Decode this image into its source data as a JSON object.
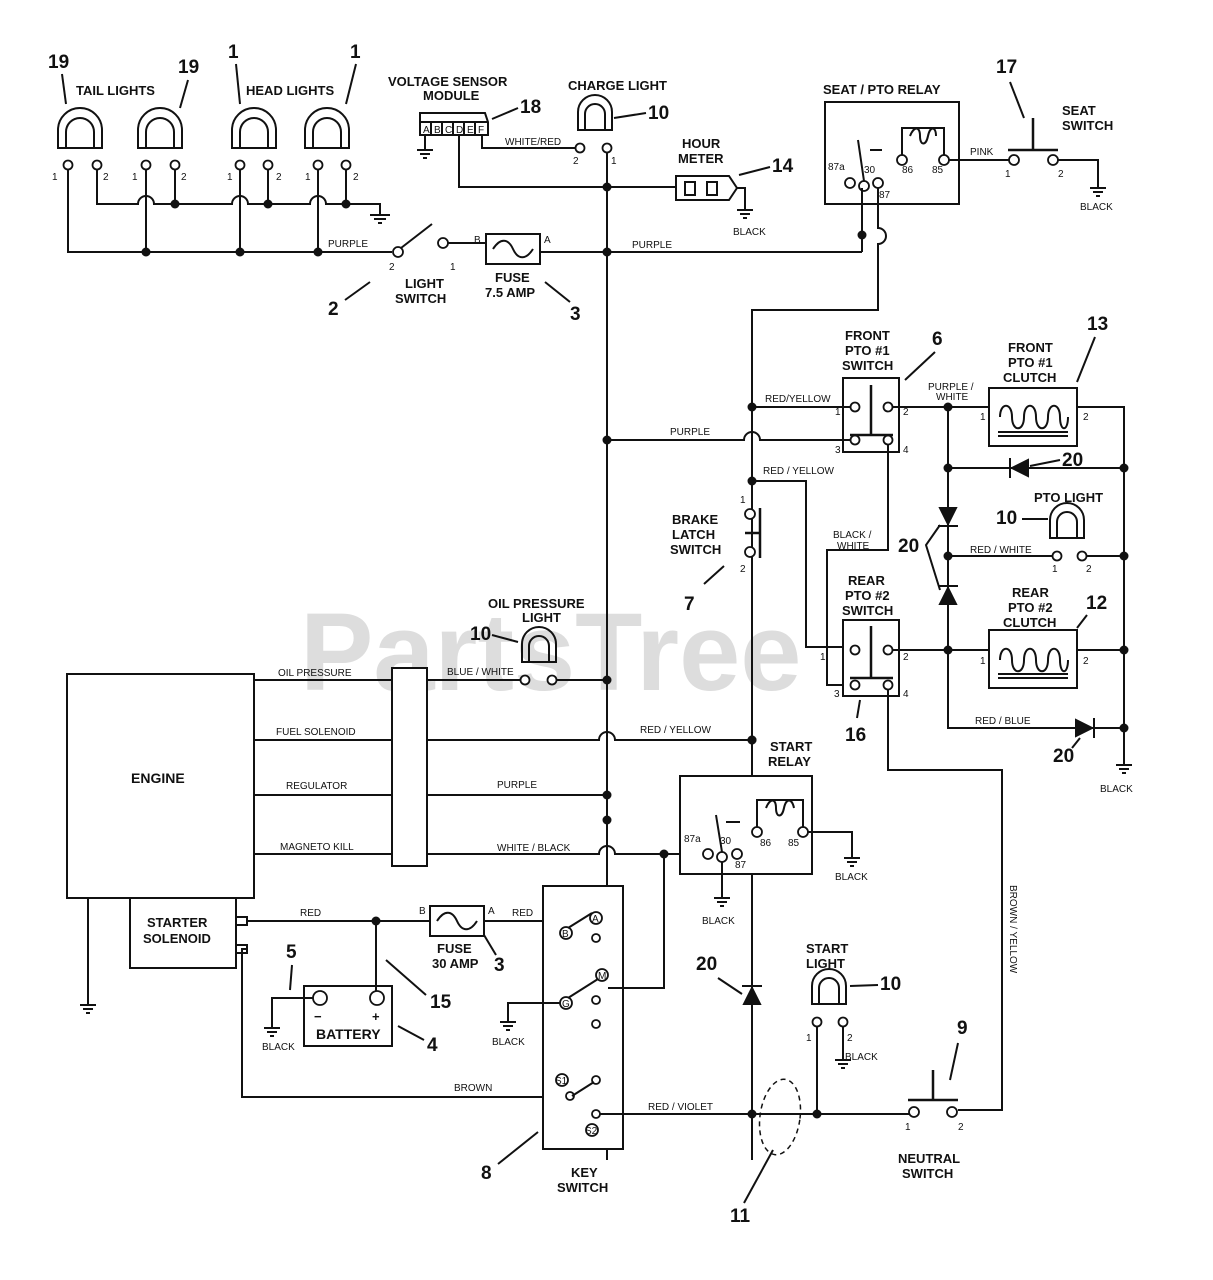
{
  "watermark": "PartsTree",
  "components": {
    "tail_lights": "TAIL LIGHTS",
    "head_lights": "HEAD LIGHTS",
    "voltage_sensor_module": [
      "VOLTAGE SENSOR",
      "MODULE"
    ],
    "vsm_pins": [
      "A",
      "B",
      "C",
      "D",
      "E",
      "F"
    ],
    "charge_light": "CHARGE LIGHT",
    "hour_meter": [
      "HOUR",
      "METER"
    ],
    "seat_pto_relay": "SEAT / PTO RELAY",
    "seat_switch": [
      "SEAT",
      "SWITCH"
    ],
    "light_switch": [
      "LIGHT",
      "SWITCH"
    ],
    "fuse_small": [
      "FUSE",
      "7.5 AMP"
    ],
    "front_pto_switch": [
      "FRONT",
      "PTO #1",
      "SWITCH"
    ],
    "front_pto_clutch": [
      "FRONT",
      "PTO #1",
      "CLUTCH"
    ],
    "pto_light": "PTO LIGHT",
    "brake_latch_switch": [
      "BRAKE",
      "LATCH",
      "SWITCH"
    ],
    "oil_pressure_light": [
      "OIL PRESSURE",
      "LIGHT"
    ],
    "rear_pto_switch": [
      "REAR",
      "PTO #2",
      "SWITCH"
    ],
    "rear_pto_clutch": [
      "REAR",
      "PTO #2",
      "CLUTCH"
    ],
    "engine": "ENGINE",
    "engine_leads": [
      "OIL PRESSURE",
      "FUEL SOLENOID",
      "REGULATOR",
      "MAGNETO KILL"
    ],
    "start_relay": [
      "START",
      "RELAY"
    ],
    "starter_solenoid": [
      "STARTER",
      "SOLENOID"
    ],
    "fuse_large": [
      "FUSE",
      "30 AMP"
    ],
    "battery": "BATTERY",
    "battery_minus": "−",
    "battery_plus": "+",
    "start_light": [
      "START",
      "LIGHT"
    ],
    "key_switch": [
      "KEY",
      "SWITCH"
    ],
    "neutral_switch": [
      "NEUTRAL",
      "SWITCH"
    ],
    "key_terminals": [
      "A",
      "B",
      "M",
      "G",
      "S1",
      "S2"
    ],
    "relay_pins": [
      "87a",
      "30",
      "87",
      "86",
      "85"
    ]
  },
  "wire_labels": {
    "purple": "PURPLE",
    "white_red": "WHITE/RED",
    "pink": "PINK",
    "black": "BLACK",
    "red_yellow": "RED/YELLOW",
    "red_yellow_sp": "RED / YELLOW",
    "purple_white": [
      "PURPLE /",
      "WHITE"
    ],
    "black_white": [
      "BLACK /",
      "WHITE"
    ],
    "red_white": "RED / WHITE",
    "red_blue": "RED / BLUE",
    "blue_white": "BLUE / WHITE",
    "white_black": "WHITE / BLACK",
    "red": "RED",
    "brown": "BROWN",
    "red_violet": "RED / VIOLET",
    "brown_yellow": "BROWN / YELLOW"
  },
  "terminal_numbers": [
    "1",
    "2",
    "3",
    "4"
  ],
  "callouts": [
    "19",
    "19",
    "1",
    "1",
    "18",
    "10",
    "14",
    "17",
    "2",
    "3",
    "6",
    "13",
    "20",
    "10",
    "20",
    "7",
    "10",
    "12",
    "16",
    "20",
    "5",
    "15",
    "4",
    "3",
    "20",
    "10",
    "9",
    "8",
    "11"
  ]
}
